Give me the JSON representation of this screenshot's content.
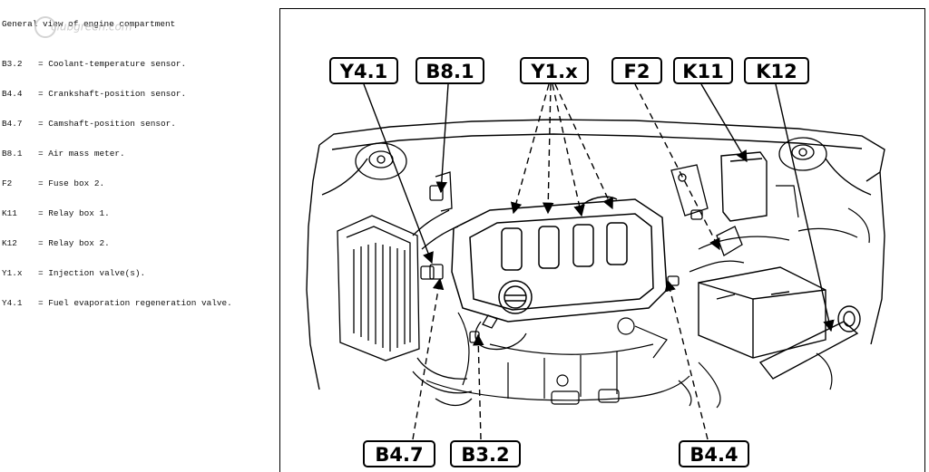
{
  "legend": {
    "title": "General view of engine compartment",
    "items": [
      {
        "code": "B3.2",
        "desc": "= Coolant-temperature sensor."
      },
      {
        "code": "B4.4",
        "desc": "= Crankshaft-position sensor."
      },
      {
        "code": "B4.7",
        "desc": "= Camshaft-position sensor."
      },
      {
        "code": "B8.1",
        "desc": "= Air mass meter."
      },
      {
        "code": "F2",
        "desc": "= Fuse box 2."
      },
      {
        "code": "K11",
        "desc": "= Relay box 1."
      },
      {
        "code": "K12",
        "desc": "= Relay box 2."
      },
      {
        "code": "Y1.x",
        "desc": "= Injection valve(s)."
      },
      {
        "code": "Y4.1",
        "desc": "= Fuel evaporation regeneration valve."
      }
    ]
  },
  "watermark": "clubgreen.com",
  "callouts": {
    "y41": "Y4.1",
    "b81": "B8.1",
    "y1x": "Y1.x",
    "f2": "F2",
    "k11": "K11",
    "k12": "K12",
    "b47": "B4.7",
    "b32": "B3.2",
    "b44": "B4.4"
  }
}
